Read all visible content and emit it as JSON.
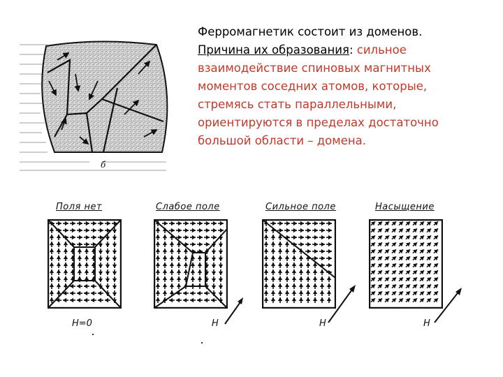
{
  "colors": {
    "text": "#000000",
    "accent": "#c0392b",
    "ink": "#1a1a1a"
  },
  "micrograph": {
    "label": "б"
  },
  "description": {
    "line1": "Ферромагнетик состоит из доменов.",
    "line2_underlined": "Причина их образования",
    "line2_sep": ": ",
    "line2_accent": "сильное",
    "line3": "взаимодействие спиновых магнитных",
    "line4": "моментов соседних атомов, которые,",
    "line5": "стремясь стать параллельными,",
    "line6": "ориентируются в пределах достаточно",
    "line7": "большой области – домена."
  },
  "panels": [
    {
      "title": "Поля нет",
      "field_label": "H=0",
      "state": "none"
    },
    {
      "title": "Слабое поле",
      "field_label": "H",
      "state": "weak"
    },
    {
      "title": "Сильное поле",
      "field_label": "H",
      "state": "strong"
    },
    {
      "title": "Насыщение",
      "field_label": "H",
      "state": "saturation"
    }
  ]
}
